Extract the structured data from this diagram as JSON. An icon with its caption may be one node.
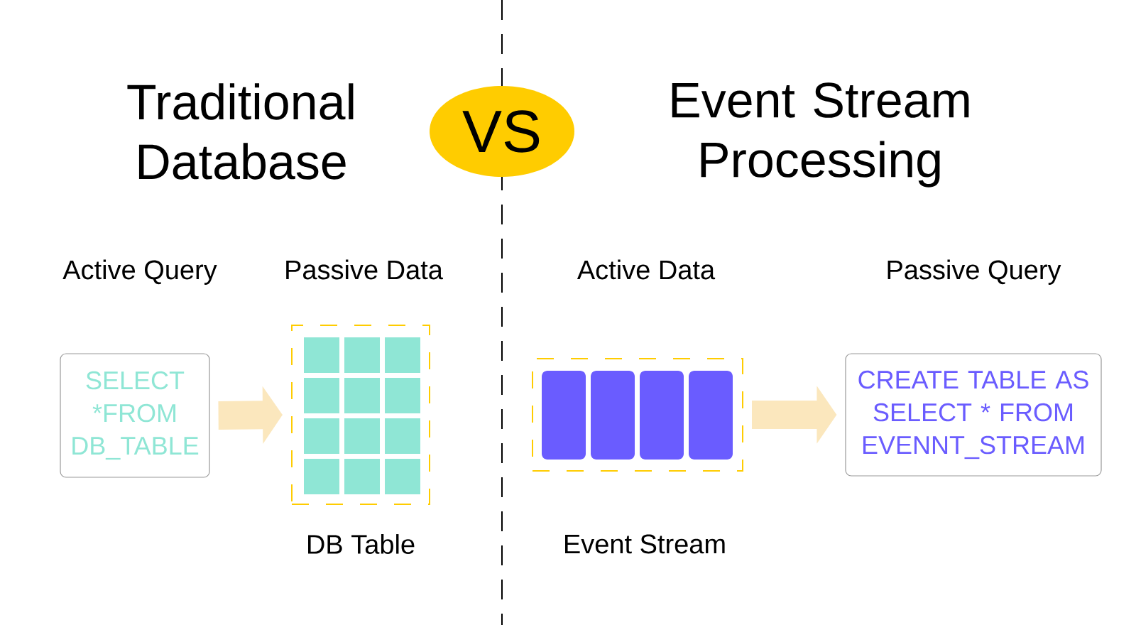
{
  "diagram": {
    "nodes": [
      {
        "text": [
          "SELECT *FROM DB_TABLE"
        ]
      },
      {
        "text": [],
        "shape": "box",
        "beside": [
          "DB Table"
        ]
      },
      {
        "text": [],
        "shape": "box",
        "beside": [
          "Event Stream"
        ]
      },
      {
        "text": [
          "CREATE TABLE AS SELECT * FROM EVENNT_STREAM"
        ]
      },
      {
        "text": [
          "VS"
        ]
      }
    ],
    "edges": [
      {
        "from": 0,
        "to": 1,
        "arrow": "to"
      },
      {
        "from": 2,
        "to": 3,
        "arrow": "to"
      }
    ],
    "labels": [
      "Traditional Database",
      "Event Stream Processing",
      "Active Query",
      "Passive Data",
      "Active Data",
      "Passive Query"
    ]
  }
}
